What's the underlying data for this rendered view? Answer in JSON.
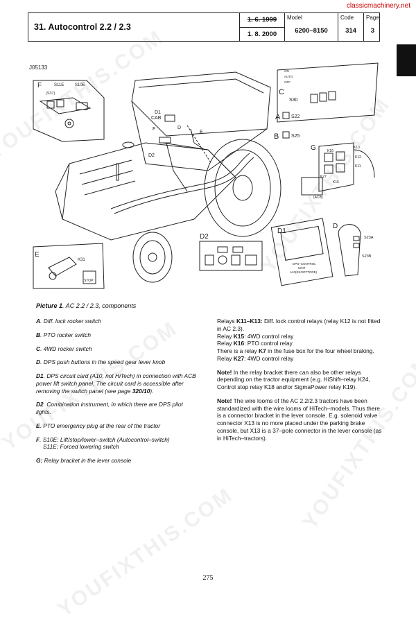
{
  "site_label": "classicmachinery.net",
  "header": {
    "title": "31. Autocontrol 2.2 / 2.3",
    "date_old": "1. 6. 1999",
    "date_new": "1. 8. 2000",
    "model_label": "Model",
    "model_value": "6200–8150",
    "code_label": "Code",
    "code_value": "314",
    "page_label": "Page",
    "page_value": "3"
  },
  "watermark": "YOUFIXTHIS.COM",
  "figure": {
    "ref": "J05133",
    "labels": {
      "F": "F",
      "S11E": "S11E",
      "S10E": "S10E",
      "S37": "(S37)",
      "C": "C",
      "S30": "S30",
      "A": "A",
      "S22": "S22",
      "B": "B",
      "S25": "S25",
      "G": "G",
      "K13": "K13",
      "K16": "K16",
      "K12": "K12",
      "K27": "K27",
      "K11": "K11",
      "K15": "K15",
      "ACB": "(ACB)",
      "D1_top": "D1",
      "CAB": "CAB",
      "F2": "F",
      "D": "D",
      "E": "E",
      "D2": "D2",
      "D2b": "D2",
      "D1": "D1",
      "D_box": "D",
      "S23A": "S23A",
      "S23B": "S23B",
      "E_box": "E",
      "K31": "K31",
      "STOP": "STOP",
      "on": "ON",
      "auto": "AUTO",
      "off": "OFF",
      "dps1": "DPS–CONTROL",
      "dps2": "UNIT",
      "dps3": "A10(EKOOTTORE)"
    }
  },
  "caption": {
    "prefix": "Picture 1",
    "text": ". AC 2.2 / 2.3, components"
  },
  "left_items": [
    {
      "key": "A",
      "text": ". Diff. lock rocker switch"
    },
    {
      "key": "B",
      "text": ". PTO rocker switch"
    },
    {
      "key": "C",
      "text": ". 4WD rocker switch"
    },
    {
      "key": "D",
      "text": ". DPS push buttons in the speed gear lever knob"
    },
    {
      "key": "D1",
      "text": ". DPS circuit card (A10, not HiTech) in connection with ACB power lift switch panel. The circuit card is accessible after removing the switch panel (see page ",
      "ref": "320/10",
      "tail": ")."
    },
    {
      "key": "D2",
      "text": ". Combination instrument, in which there are DPS pilot lights."
    },
    {
      "key": "E",
      "text": ". PTO emergency plug at the rear of the tractor"
    },
    {
      "key": "F",
      "text": ". S10E: Lift/stop/lower–switch (Autocontrol–switch)",
      "text2": "S11E: Forced lowering switch"
    },
    {
      "key": "G:",
      "text": " Relay bracket in the lever console"
    }
  ],
  "right": {
    "p1": [
      {
        "b": "",
        "t": "Relays "
      },
      {
        "b": "K11–K13:",
        "t": " Diff. lock control relays (relay K12 is not fitted in AC 2.3)."
      }
    ],
    "p1_lines": [
      {
        "pre": "Relay ",
        "b": "K15",
        "t": ": 4WD control relay"
      },
      {
        "pre": "Relay ",
        "b": "K16",
        "t": ": PTO control relay"
      },
      {
        "pre": "There is a relay ",
        "b": "K7",
        "t": " in the fuse box for the four wheel braking."
      },
      {
        "pre": "Relay ",
        "b": "K27",
        "t": ": 4WD control relay"
      }
    ],
    "note1_label": "Note!",
    "note1_text": " In the relay bracket there can also be other relays depending on the tractor equipment (e.g. HiShift–relay K24, Control stop relay K18 and/or SigmaPower relay K19).",
    "note2_label": "Note!",
    "note2_text": " The wire looms of the AC 2.2/2.3 tractors have been standardized with the wire looms of HiTech–models. Thus there is a connector bracket in the lever console. E.g. solenoid valve connector X13 is no more placed under the parking brake console, but X13 is a 37–pole connector in the lever console (as in HiTech–tractors)."
  },
  "page_number": "275"
}
